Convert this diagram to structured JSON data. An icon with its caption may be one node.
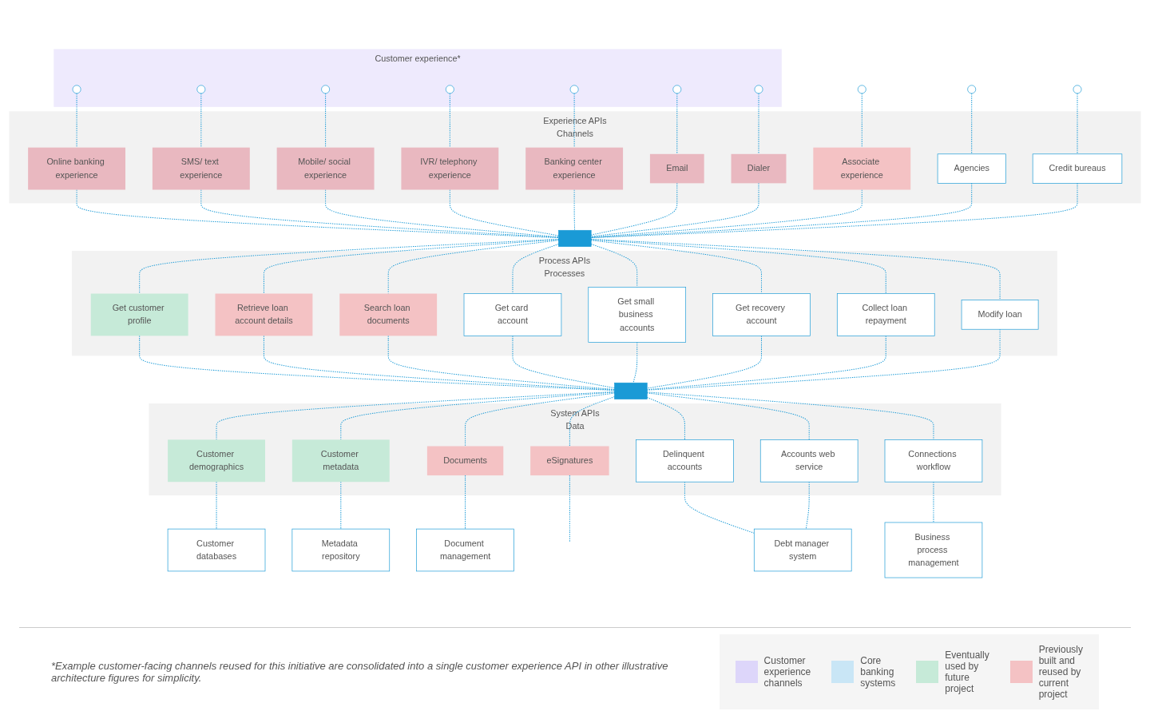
{
  "diagram": {
    "nodes": [
      {
        "text": [
          "Customer experience*"
        ]
      },
      {
        "text": [],
        "shape": "circle",
        "in": 0
      },
      {
        "text": [],
        "shape": "circle",
        "in": 0
      },
      {
        "text": [],
        "shape": "circle",
        "in": 0
      },
      {
        "text": [],
        "shape": "circle",
        "in": 0
      },
      {
        "text": [],
        "shape": "circle",
        "in": 0
      },
      {
        "text": [],
        "shape": "circle",
        "in": 0
      },
      {
        "text": [],
        "shape": "circle",
        "in": 0
      },
      {
        "text": [],
        "shape": "circle"
      },
      {
        "text": [],
        "shape": "circle"
      },
      {
        "text": [],
        "shape": "circle"
      },
      {
        "text": [
          "Experience APIs",
          "Channels"
        ]
      },
      {
        "text": [
          "Online banking experience"
        ],
        "in": 11
      },
      {
        "text": [
          "SMS/ text experience"
        ],
        "in": 11
      },
      {
        "text": [
          "Mobile/ social experience"
        ],
        "in": 11
      },
      {
        "text": [
          "IVR/ telephony experience"
        ],
        "in": 11
      },
      {
        "text": [
          "Banking center experience"
        ],
        "in": 11
      },
      {
        "text": [
          "Email"
        ],
        "in": 11
      },
      {
        "text": [
          "Dialer"
        ],
        "in": 11
      },
      {
        "text": [
          "Associate experience"
        ],
        "in": 11
      },
      {
        "text": [
          "Agencies"
        ],
        "in": 11
      },
      {
        "text": [
          "Credit bureaus"
        ],
        "in": 11
      },
      {
        "text": [],
        "shape": "bar"
      },
      {
        "text": [
          "Process APIs",
          "Processes"
        ]
      },
      {
        "text": [
          "Get customer profile"
        ],
        "in": 23
      },
      {
        "text": [
          "Retrieve loan account details"
        ],
        "in": 23
      },
      {
        "text": [
          "Search loan documents"
        ],
        "in": 23
      },
      {
        "text": [
          "Get card account"
        ],
        "in": 23
      },
      {
        "text": [
          "Get small business accounts"
        ],
        "in": 23
      },
      {
        "text": [
          "Get recovery account"
        ],
        "in": 23
      },
      {
        "text": [
          "Collect loan repayment"
        ],
        "in": 23
      },
      {
        "text": [
          "Modify loan"
        ],
        "in": 23
      },
      {
        "text": [],
        "shape": "bar"
      },
      {
        "text": [
          "System APIs",
          "Data"
        ]
      },
      {
        "text": [
          "Customer demographics"
        ],
        "in": 33
      },
      {
        "text": [
          "Customer metadata"
        ],
        "in": 33
      },
      {
        "text": [
          "Documents"
        ],
        "in": 33
      },
      {
        "text": [
          "eSignatures"
        ],
        "in": 33
      },
      {
        "text": [
          "Delinquent accounts"
        ],
        "in": 33
      },
      {
        "text": [
          "Accounts web service"
        ],
        "in": 33
      },
      {
        "text": [
          "Connections workflow"
        ],
        "in": 33
      },
      {
        "text": [
          "Customer databases"
        ]
      },
      {
        "text": [
          "Metadata repository"
        ]
      },
      {
        "text": [
          "Document management"
        ]
      },
      {
        "text": [
          "Debt manager system"
        ]
      },
      {
        "text": [
          "Business process management"
        ]
      }
    ],
    "edges": [
      {
        "from": 1,
        "to": 12,
        "arrow": "none",
        "style": "dashed"
      },
      {
        "from": 2,
        "to": 13,
        "arrow": "none",
        "style": "dashed"
      },
      {
        "from": 3,
        "to": 14,
        "arrow": "none",
        "style": "dashed"
      },
      {
        "from": 4,
        "to": 15,
        "arrow": "none",
        "style": "dashed"
      },
      {
        "from": 5,
        "to": 16,
        "arrow": "none",
        "style": "dashed"
      },
      {
        "from": 6,
        "to": 17,
        "arrow": "none",
        "style": "dashed"
      },
      {
        "from": 7,
        "to": 18,
        "arrow": "none",
        "style": "dashed"
      },
      {
        "from": 8,
        "to": 19,
        "arrow": "none",
        "style": "dashed"
      },
      {
        "from": 9,
        "to": 20,
        "arrow": "none",
        "style": "dashed"
      },
      {
        "from": 10,
        "to": 21,
        "arrow": "none",
        "style": "dashed"
      },
      {
        "from": 12,
        "to": 22,
        "arrow": "none",
        "style": "dashed"
      },
      {
        "from": 13,
        "to": 22,
        "arrow": "none",
        "style": "dashed"
      },
      {
        "from": 14,
        "to": 22,
        "arrow": "none",
        "style": "dashed"
      },
      {
        "from": 15,
        "to": 22,
        "arrow": "none",
        "style": "dashed"
      },
      {
        "from": 16,
        "to": 22,
        "arrow": "none",
        "style": "dashed"
      },
      {
        "from": 17,
        "to": 22,
        "arrow": "none",
        "style": "dashed"
      },
      {
        "from": 18,
        "to": 22,
        "arrow": "none",
        "style": "dashed"
      },
      {
        "from": 19,
        "to": 22,
        "arrow": "none",
        "style": "dashed"
      },
      {
        "from": 20,
        "to": 22,
        "arrow": "none",
        "style": "dashed"
      },
      {
        "from": 21,
        "to": 22,
        "arrow": "none",
        "style": "dashed"
      },
      {
        "from": 22,
        "to": 24,
        "arrow": "none",
        "style": "dashed"
      },
      {
        "from": 22,
        "to": 25,
        "arrow": "none",
        "style": "dashed"
      },
      {
        "from": 22,
        "to": 26,
        "arrow": "none",
        "style": "dashed"
      },
      {
        "from": 22,
        "to": 27,
        "arrow": "none",
        "style": "dashed"
      },
      {
        "from": 22,
        "to": 28,
        "arrow": "none",
        "style": "dashed"
      },
      {
        "from": 22,
        "to": 29,
        "arrow": "none",
        "style": "dashed"
      },
      {
        "from": 22,
        "to": 30,
        "arrow": "none",
        "style": "dashed"
      },
      {
        "from": 22,
        "to": 31,
        "arrow": "none",
        "style": "dashed"
      },
      {
        "from": 24,
        "to": 32,
        "arrow": "none",
        "style": "dashed"
      },
      {
        "from": 25,
        "to": 32,
        "arrow": "none",
        "style": "dashed"
      },
      {
        "from": 26,
        "to": 32,
        "arrow": "none",
        "style": "dashed"
      },
      {
        "from": 27,
        "to": 32,
        "arrow": "none",
        "style": "dashed"
      },
      {
        "from": 28,
        "to": 32,
        "arrow": "none",
        "style": "dashed"
      },
      {
        "from": 29,
        "to": 32,
        "arrow": "none",
        "style": "dashed"
      },
      {
        "from": 30,
        "to": 32,
        "arrow": "none",
        "style": "dashed"
      },
      {
        "from": 31,
        "to": 32,
        "arrow": "none",
        "style": "dashed"
      },
      {
        "from": 32,
        "to": 34,
        "arrow": "none",
        "style": "dashed"
      },
      {
        "from": 32,
        "to": 35,
        "arrow": "none",
        "style": "dashed"
      },
      {
        "from": 32,
        "to": 36,
        "arrow": "none",
        "style": "dashed"
      },
      {
        "from": 32,
        "to": 37,
        "arrow": "none",
        "style": "dashed"
      },
      {
        "from": 32,
        "to": 38,
        "arrow": "none",
        "style": "dashed"
      },
      {
        "from": 32,
        "to": 39,
        "arrow": "none",
        "style": "dashed"
      },
      {
        "from": 32,
        "to": 40,
        "arrow": "none",
        "style": "dashed"
      },
      {
        "from": 34,
        "to": 41,
        "arrow": "none",
        "style": "dashed"
      },
      {
        "from": 35,
        "to": 42,
        "arrow": "none",
        "style": "dashed"
      },
      {
        "from": 36,
        "to": 43,
        "arrow": "none",
        "style": "dashed"
      },
      {
        "from": 37,
        "to": null,
        "arrow": "none",
        "style": "dashed"
      },
      {
        "from": 38,
        "to": 44,
        "arrow": "none",
        "style": "dashed"
      },
      {
        "from": 39,
        "to": 44,
        "arrow": "none",
        "style": "dashed"
      },
      {
        "from": 40,
        "to": 45,
        "arrow": "none",
        "style": "dashed"
      }
    ],
    "labels": [
      "*Example customer-facing channels reused for this initiative are consolidated into a single customer experience API in other illustrative architecture figures for simplicity."
    ],
    "legend": [
      {
        "text": "Customer experience channels",
        "color": "#ddd6fa"
      },
      {
        "text": "Core banking systems",
        "color": "#c9e6f6"
      },
      {
        "text": "Eventually used by future project",
        "color": "#c6ead8"
      },
      {
        "text": "Previously built and reused by current project",
        "color": "#f4c2c4"
      }
    ]
  }
}
